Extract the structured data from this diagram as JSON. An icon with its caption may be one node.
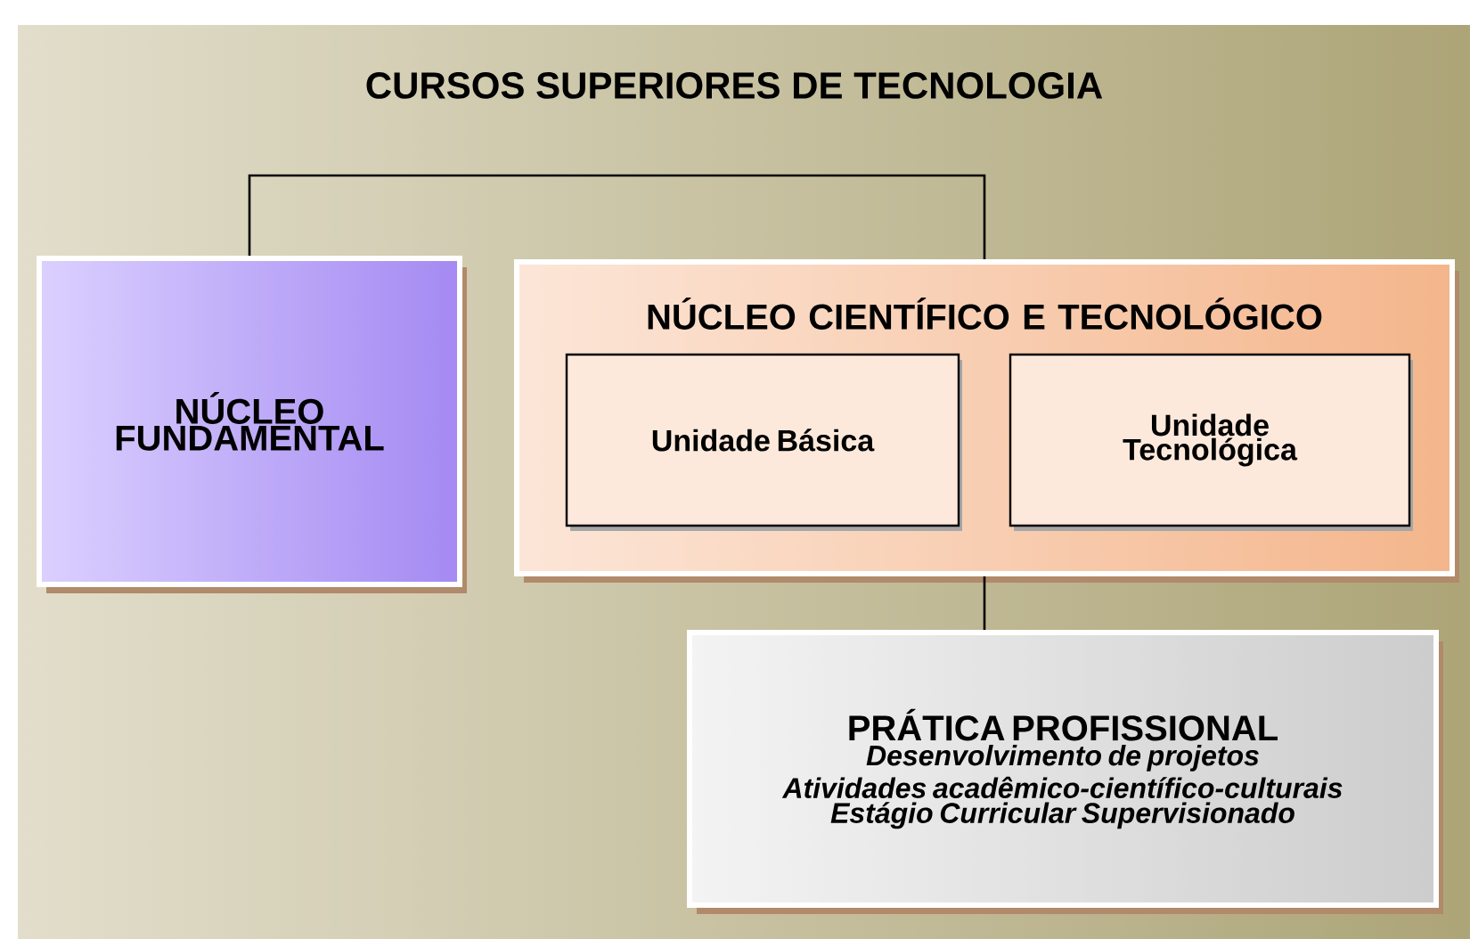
{
  "diagram": {
    "title": "CURSOS SUPERIORES DE TECNOLOGIA",
    "nodes": [
      {
        "text": [
          "NÚCLEO FUNDAMENTAL"
        ]
      },
      {
        "text": [
          "NÚCLEO CIENTÍFICO E TECNOLÓGICO"
        ]
      },
      {
        "text": [
          "Unidade Básica"
        ],
        "in": 1
      },
      {
        "text": [
          "Unidade Tecnológica"
        ],
        "in": 1
      },
      {
        "text": [
          "PRÁTICA PROFISSIONAL",
          "Desenvolvimento de projetos",
          "Atividades acadêmico-científico-culturais",
          "Estágio Curricular Supervisionado"
        ]
      }
    ],
    "edges": [
      {
        "from": 0,
        "to": 1,
        "arrow": "none"
      },
      {
        "from": 1,
        "to": 4,
        "arrow": "none"
      }
    ]
  }
}
